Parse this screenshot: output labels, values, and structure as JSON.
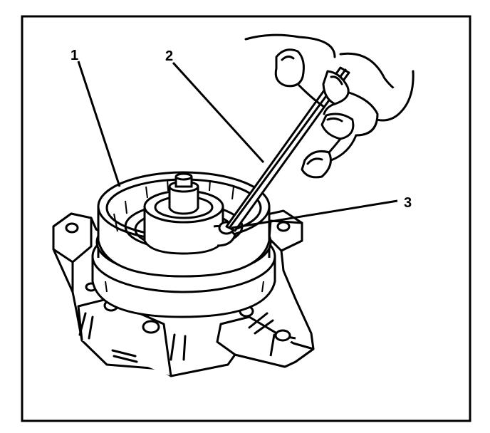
{
  "callouts": [
    {
      "id": 1,
      "label": "1"
    },
    {
      "id": 2,
      "label": "2"
    },
    {
      "id": 3,
      "label": "3"
    }
  ],
  "colors": {
    "line": "#000000",
    "background": "#ffffff"
  }
}
